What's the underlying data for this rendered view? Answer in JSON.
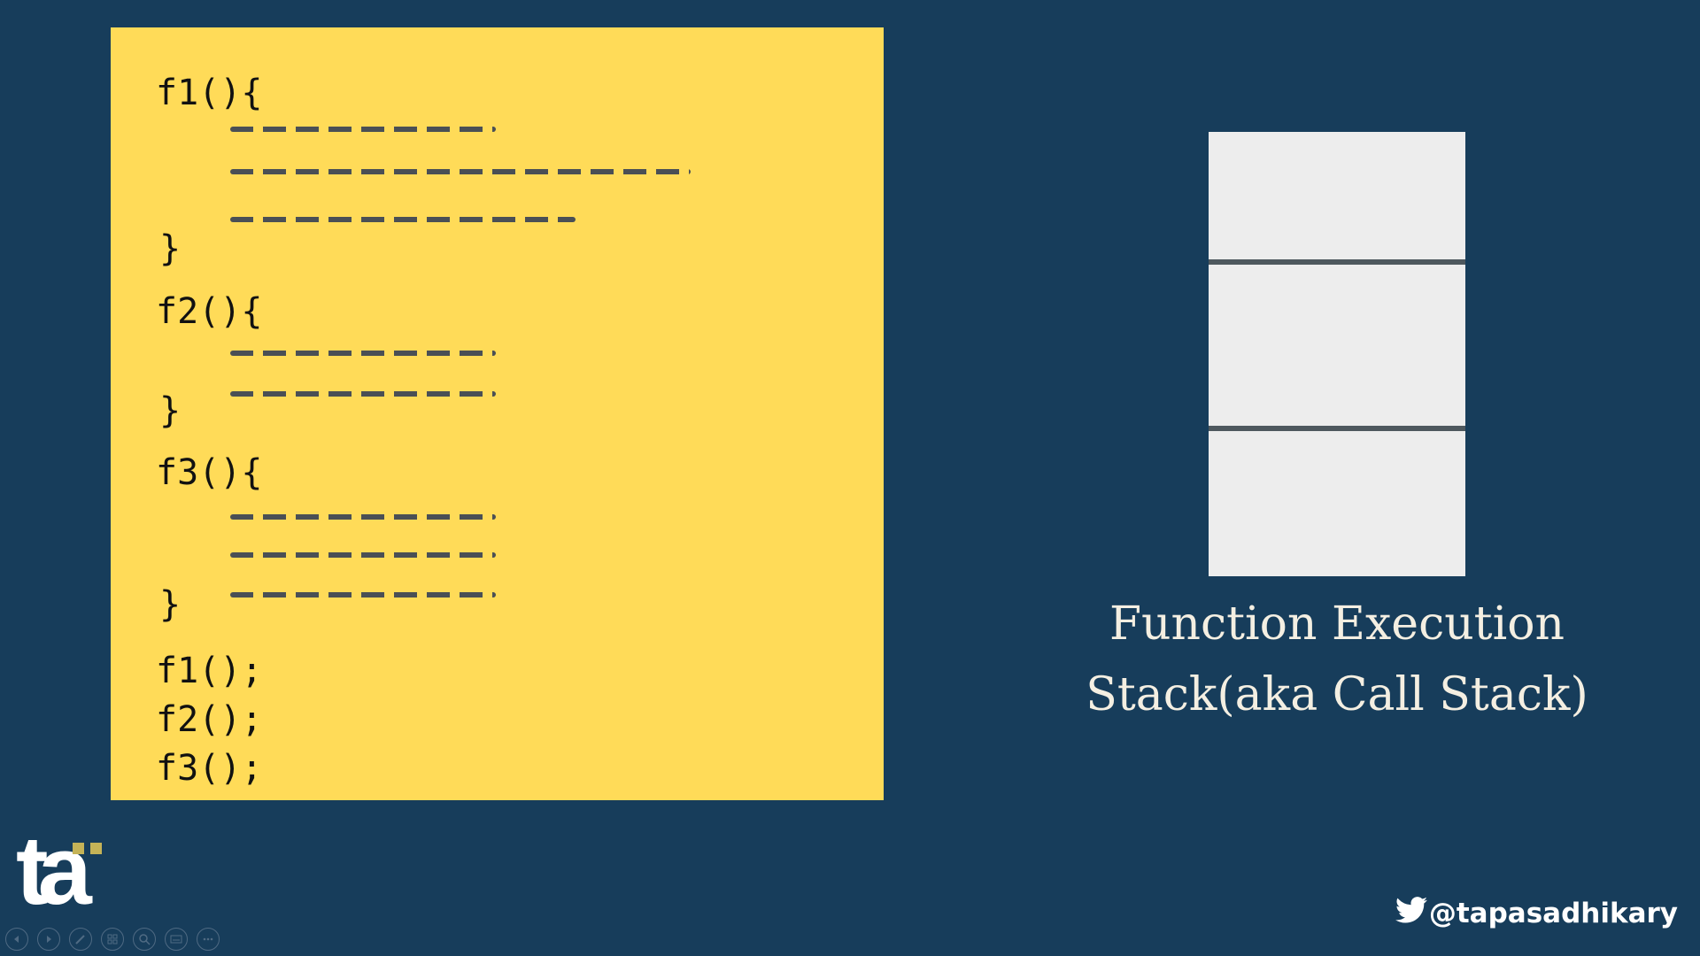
{
  "slide": {
    "code": {
      "f1_header": "f1(){",
      "f1_close": "}",
      "f2_header": "f2(){",
      "f2_close": "}",
      "f3_header": "f3(){",
      "f3_close": "}",
      "call_f1": "f1();",
      "call_f2": "f2();",
      "call_f3": "f3();"
    },
    "stack": {
      "caption_line1": "Function Execution",
      "caption_line2": "Stack(aka Call Stack)"
    },
    "logo": {
      "text": "ta"
    },
    "twitter_handle": "@tapasadhikary"
  },
  "colors": {
    "background": "#173d5b",
    "code_panel": "#ffdb58",
    "stack_box": "#ededed",
    "logo_accent": "#c5b357"
  },
  "icons": {
    "handle": "twitter-bird-icon",
    "controls": [
      "prev-icon",
      "next-icon",
      "pen-icon",
      "slides-icon",
      "zoom-icon",
      "subtitles-icon",
      "more-icon"
    ]
  }
}
